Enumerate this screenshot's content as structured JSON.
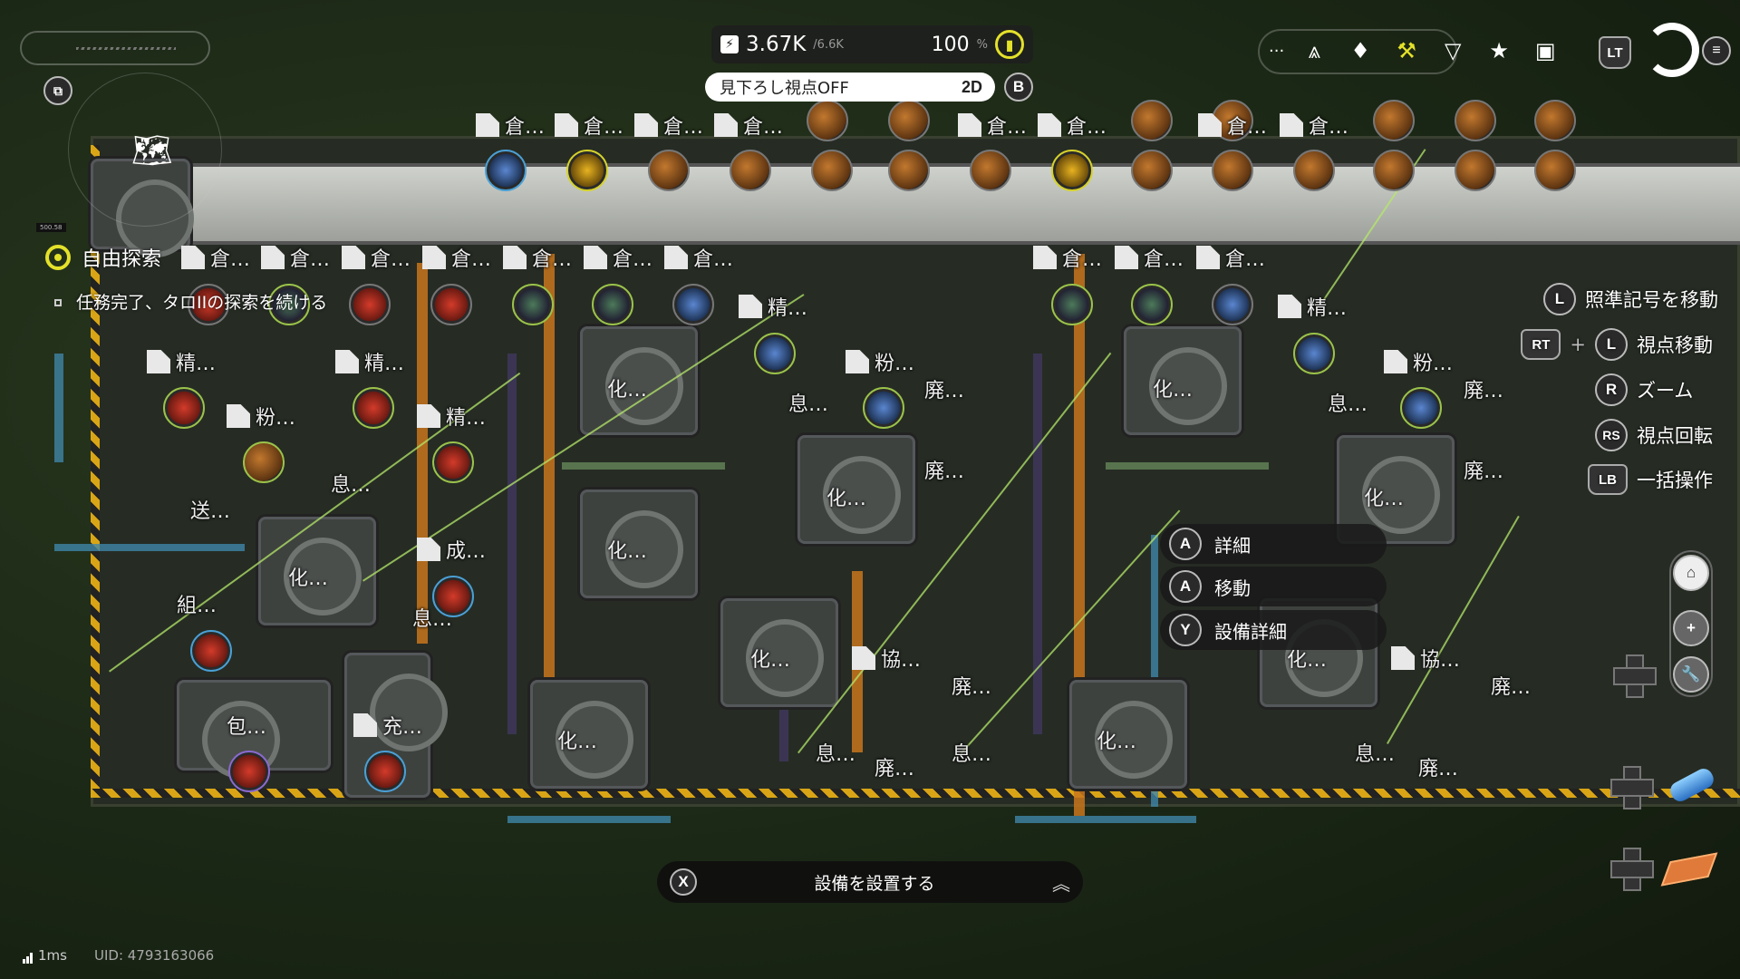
{
  "hud": {
    "power_current": "3.67K",
    "power_capacity": "/6.6K",
    "efficiency": "100",
    "efficiency_unit": "%",
    "view_toggle_label": "見下ろし視点OFF",
    "view_mode": "2D",
    "view_toggle_key": "B",
    "more_label": "···",
    "lt_key": "LT",
    "top_icons": [
      "tower-icon",
      "diamond-person-icon",
      "wrench-badge-icon",
      "rank-badge-icon",
      "event-star-icon",
      "clipboard-icon"
    ],
    "minimap_distance": "500.58"
  },
  "quest": {
    "title": "自由探索",
    "objective": "任務完了、タロIIの探索を続ける"
  },
  "controls": [
    {
      "keys": [
        "L"
      ],
      "label": "照準記号を移動"
    },
    {
      "keys": [
        "RT",
        "L"
      ],
      "joiner": "+",
      "label": "視点移動"
    },
    {
      "keys": [
        "R"
      ],
      "label": "ズーム"
    },
    {
      "keys": [
        "RS"
      ],
      "label": "視点回転"
    },
    {
      "keys": [
        "LB"
      ],
      "label": "一括操作"
    }
  ],
  "context_menu": [
    {
      "key": "A",
      "label": "詳細"
    },
    {
      "key": "A",
      "label": "移動"
    },
    {
      "key": "Y",
      "label": "設備詳細"
    }
  ],
  "bottom_bar": {
    "key": "X",
    "label": "設備を設置する"
  },
  "status": {
    "ping": "1ms",
    "uid": "UID: 4793163066"
  },
  "map_labels": {
    "storage": "倉…",
    "refine": "精…",
    "grind": "粉…",
    "rest": "息…",
    "waste": "廃…",
    "chem": "化…",
    "coop": "協…",
    "send": "送…",
    "form": "成…",
    "assemble": "組…",
    "pack": "包…",
    "charge": "充…"
  },
  "colors": {
    "accent": "#e4e12a",
    "belt": "#c8761c",
    "pipe": "#3f86a8",
    "laser": "#b5e86a"
  }
}
